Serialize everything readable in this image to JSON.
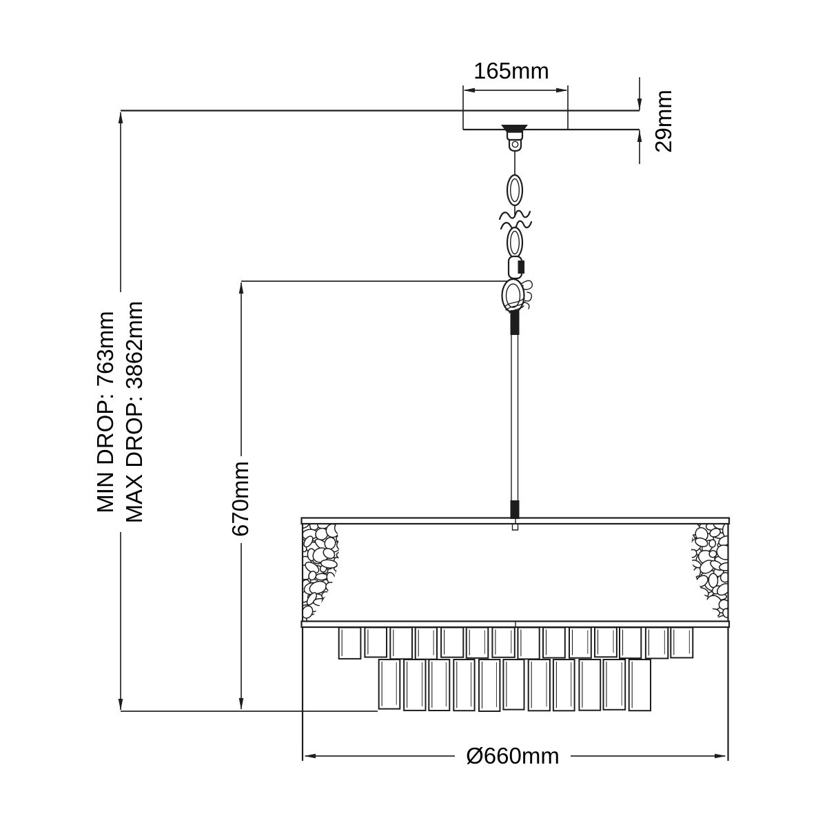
{
  "page": {
    "background": "#ffffff"
  },
  "diagram": {
    "kind": "technical dimension line drawing",
    "subject": "drum pendant chandelier with chain suspension, ceiling canopy and two tiers of crystal drops",
    "line_color": "#1d1d1d",
    "text_color": "#000000",
    "labels": {
      "canopy_width": "165mm",
      "canopy_depth": "29mm",
      "min_drop": "MIN DROP: 763mm",
      "max_drop": "MAX DROP: 3862mm",
      "fixture_height": "670mm",
      "diameter": "Ø660mm"
    },
    "decor": {
      "crystal_tier1_count": 14,
      "crystal_tier2_count": 11,
      "chain_link_count": 2
    }
  }
}
